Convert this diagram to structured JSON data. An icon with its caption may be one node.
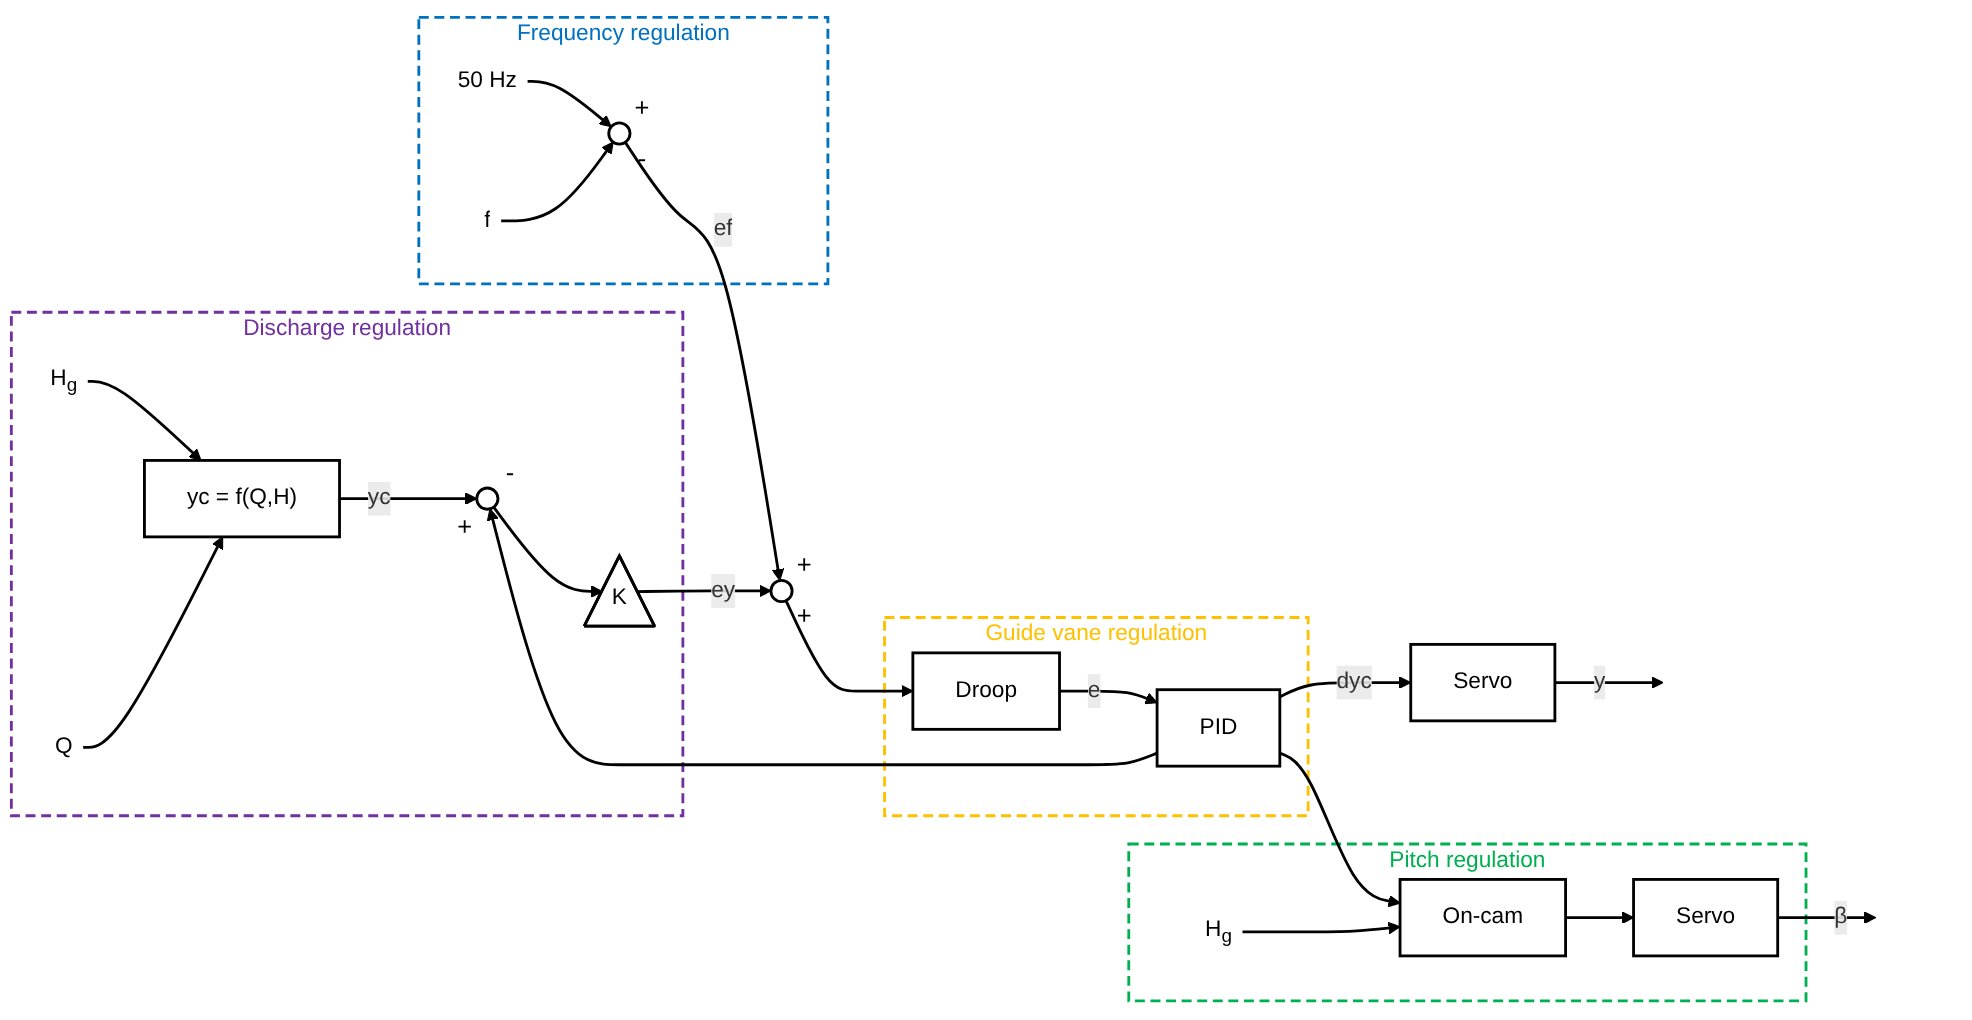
{
  "diagram": {
    "nodes": [
      {
        "text": [
          "Discharge regulation"
        ]
      },
      {
        "text": [
          "H$_{g}$"
        ],
        "in": 0
      },
      {
        "text": [
          "Q"
        ],
        "in": 0
      },
      {
        "text": [
          "yc = f(Q,H)"
        ],
        "in": 0
      },
      {
        "text": [],
        "shape": "circle",
        "in": 0,
        "beside": [
          "-",
          "+"
        ]
      },
      {
        "text": [
          "K"
        ],
        "in": 0
      },
      {
        "text": [
          "Pitch regulation"
        ]
      },
      {
        "text": [
          "H$_{g}$"
        ],
        "in": 6
      },
      {
        "text": [
          "On-cam"
        ],
        "in": 6
      },
      {
        "text": [
          "Servo"
        ],
        "in": 6
      },
      {
        "text": [
          "Guide vane regulation"
        ]
      },
      {
        "text": [
          "Droop"
        ],
        "in": 10
      },
      {
        "text": [
          "PID"
        ],
        "in": 10
      },
      {
        "text": [],
        "shape": "circle",
        "beside": [
          "+",
          "+"
        ]
      },
      {
        "text": [
          "Servo"
        ]
      },
      {
        "text": [
          "Frequency regulation"
        ]
      },
      {
        "text": [
          "50 Hz"
        ],
        "in": 15
      },
      {
        "text": [],
        "shape": "circle",
        "in": 15,
        "beside": [
          "+",
          "-"
        ]
      },
      {
        "text": [
          "f"
        ],
        "in": 15
      }
    ],
    "edges": [
      {
        "from": 1,
        "to": 3,
        "arrow": "to"
      },
      {
        "from": 2,
        "to": 3,
        "arrow": "to"
      },
      {
        "from": 3,
        "to": 4,
        "arrow": "to",
        "label": "yc"
      },
      {
        "from": 4,
        "to": 5,
        "arrow": "to"
      },
      {
        "from": 12,
        "to": 4,
        "arrow": "to"
      },
      {
        "from": 5,
        "to": 13,
        "arrow": "to",
        "label": "ey"
      },
      {
        "from": 17,
        "to": 13,
        "arrow": "to",
        "label": "ef"
      },
      {
        "from": 13,
        "to": 11,
        "arrow": "to"
      },
      {
        "from": 11,
        "to": 12,
        "arrow": "to",
        "label": "e"
      },
      {
        "from": 12,
        "to": 14,
        "arrow": "to",
        "label": "dyc"
      },
      {
        "from": 12,
        "to": 8,
        "arrow": "to"
      },
      {
        "from": 7,
        "to": 8,
        "arrow": "to"
      },
      {
        "from": 8,
        "to": 9,
        "arrow": "to"
      },
      {
        "from": 9,
        "to": null,
        "arrow": "to",
        "label": "β"
      },
      {
        "from": 14,
        "to": null,
        "arrow": "to",
        "label": "y"
      },
      {
        "from": 16,
        "to": 17,
        "arrow": "to"
      },
      {
        "from": 18,
        "to": 17,
        "arrow": "to"
      }
    ]
  }
}
